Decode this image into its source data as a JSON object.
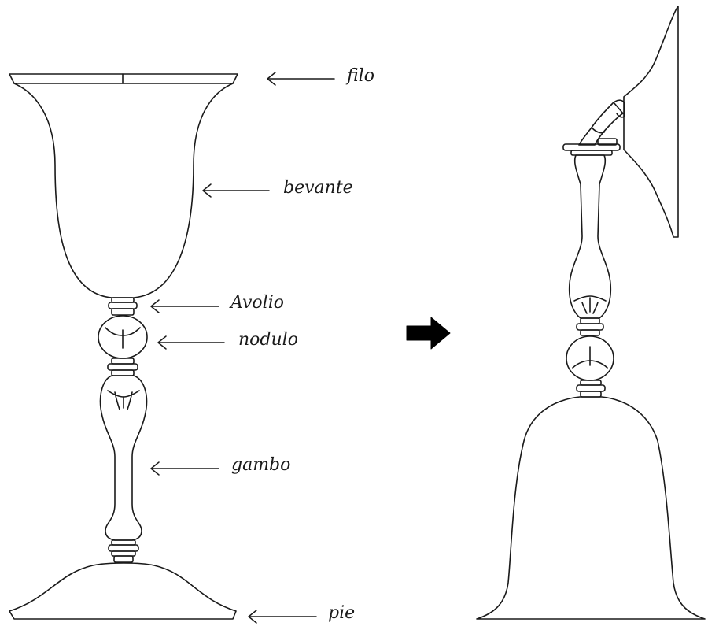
{
  "labels": {
    "filo": "filo",
    "bevante": "bevante",
    "avolio": "Avolio",
    "nodulo": "nodulo",
    "gambo": "gambo",
    "pie": "pie"
  },
  "colors": {
    "line": "#1a1a1a",
    "arrow": "#000000",
    "background": "#ffffff"
  },
  "icons": {
    "transition": "right-arrow-icon"
  }
}
